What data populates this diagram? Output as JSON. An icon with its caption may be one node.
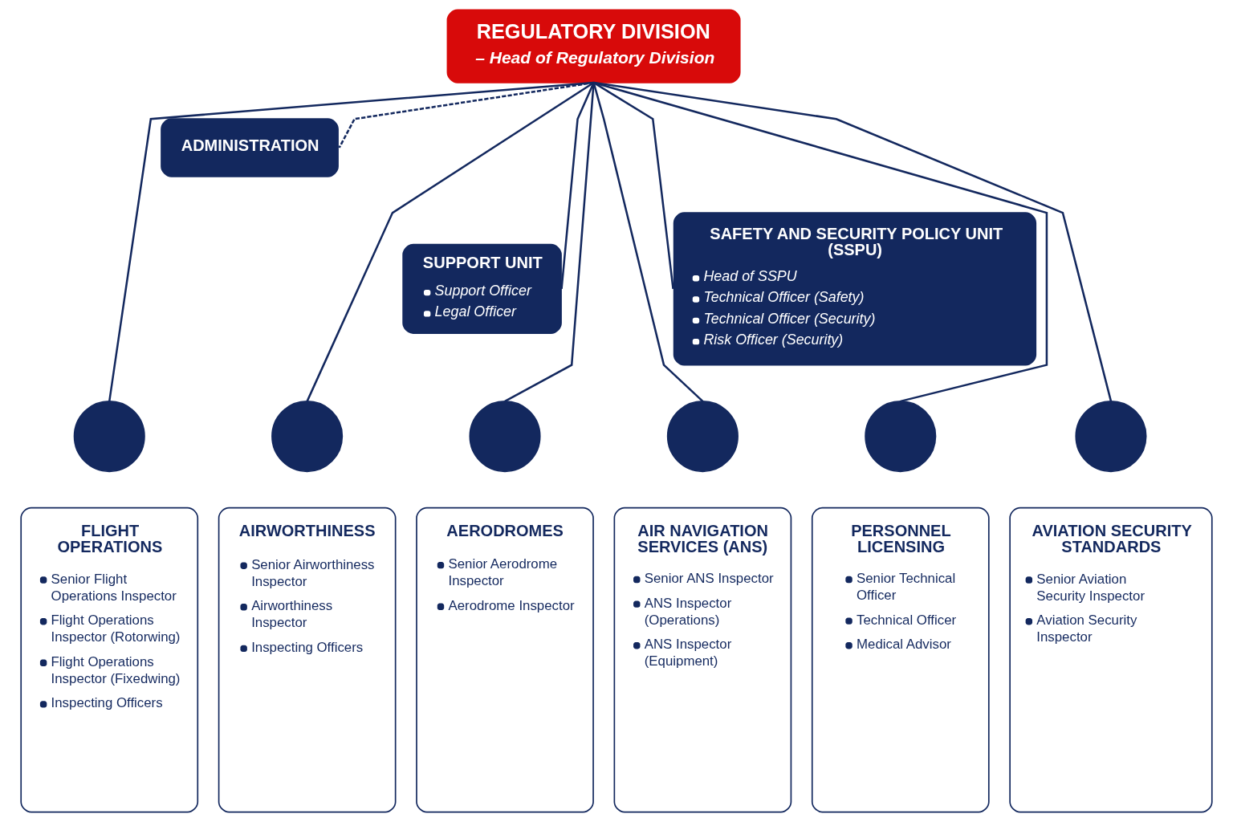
{
  "diagram": {
    "nodes": [
      {
        "text": [
          "REGULATORY DIVISION",
          "– Head of Regulatory Division"
        ]
      },
      {
        "text": [
          "ADMINISTRATION"
        ]
      },
      {
        "text": [
          "SAFETY AND SECURITY POLICY UNIT (SSPU)",
          "Head of SSPU",
          "Technical Officer (Safety)",
          "Technical Officer (Security)",
          "Risk Officer (Security)"
        ]
      },
      {
        "text": [
          "SUPPORT UNIT",
          "Support Officer",
          "Legal Officer"
        ]
      },
      {
        "text": [],
        "shape": "circle"
      },
      {
        "text": [
          "FLIGHT OPERATIONS",
          "Senior Flight Operations Inspector",
          "Flight Operations Inspector (Rotorwing)",
          "Flight Operations Inspector (Fixedwing)",
          "Inspecting Officers"
        ]
      },
      {
        "text": [],
        "shape": "circle"
      },
      {
        "text": [
          "AIRWORTHINESS",
          "Senior Airworthiness Inspector",
          "Airworthiness Inspector",
          "Inspecting Officers"
        ]
      },
      {
        "text": [],
        "shape": "circle"
      },
      {
        "text": [
          "AERODROMES",
          "Senior Aerodrome Inspector",
          "Aerodrome Inspector"
        ]
      },
      {
        "text": [],
        "shape": "circle"
      },
      {
        "text": [
          "AIR NAVIGATION SERVICES (ANS)",
          "Senior ANS Inspector",
          "ANS Inspector (Operations)",
          "ANS Inspector (Equipment)"
        ]
      },
      {
        "text": [],
        "shape": "circle"
      },
      {
        "text": [
          "PERSONNEL LICENSING",
          "Senior Technical Officer",
          "Technical Officer",
          "Medical Advisor"
        ]
      },
      {
        "text": [],
        "shape": "circle"
      },
      {
        "text": [
          "AVIATION SECURITY STANDARDS",
          "Senior Aviation Security Inspector",
          "Aviation Security Inspector"
        ]
      }
    ],
    "edges": [
      {
        "from": 0,
        "to": 1,
        "arrow": "none",
        "style": "dashed"
      },
      {
        "from": 0,
        "to": 2,
        "arrow": "none"
      },
      {
        "from": 0,
        "to": 3,
        "arrow": "none"
      },
      {
        "from": 0,
        "to": 4,
        "arrow": "none"
      },
      {
        "from": 0,
        "to": 6,
        "arrow": "none"
      },
      {
        "from": 0,
        "to": 8,
        "arrow": "none"
      },
      {
        "from": 0,
        "to": 10,
        "arrow": "none"
      },
      {
        "from": 0,
        "to": 12,
        "arrow": "none"
      },
      {
        "from": 0,
        "to": 14,
        "arrow": "none"
      }
    ]
  }
}
